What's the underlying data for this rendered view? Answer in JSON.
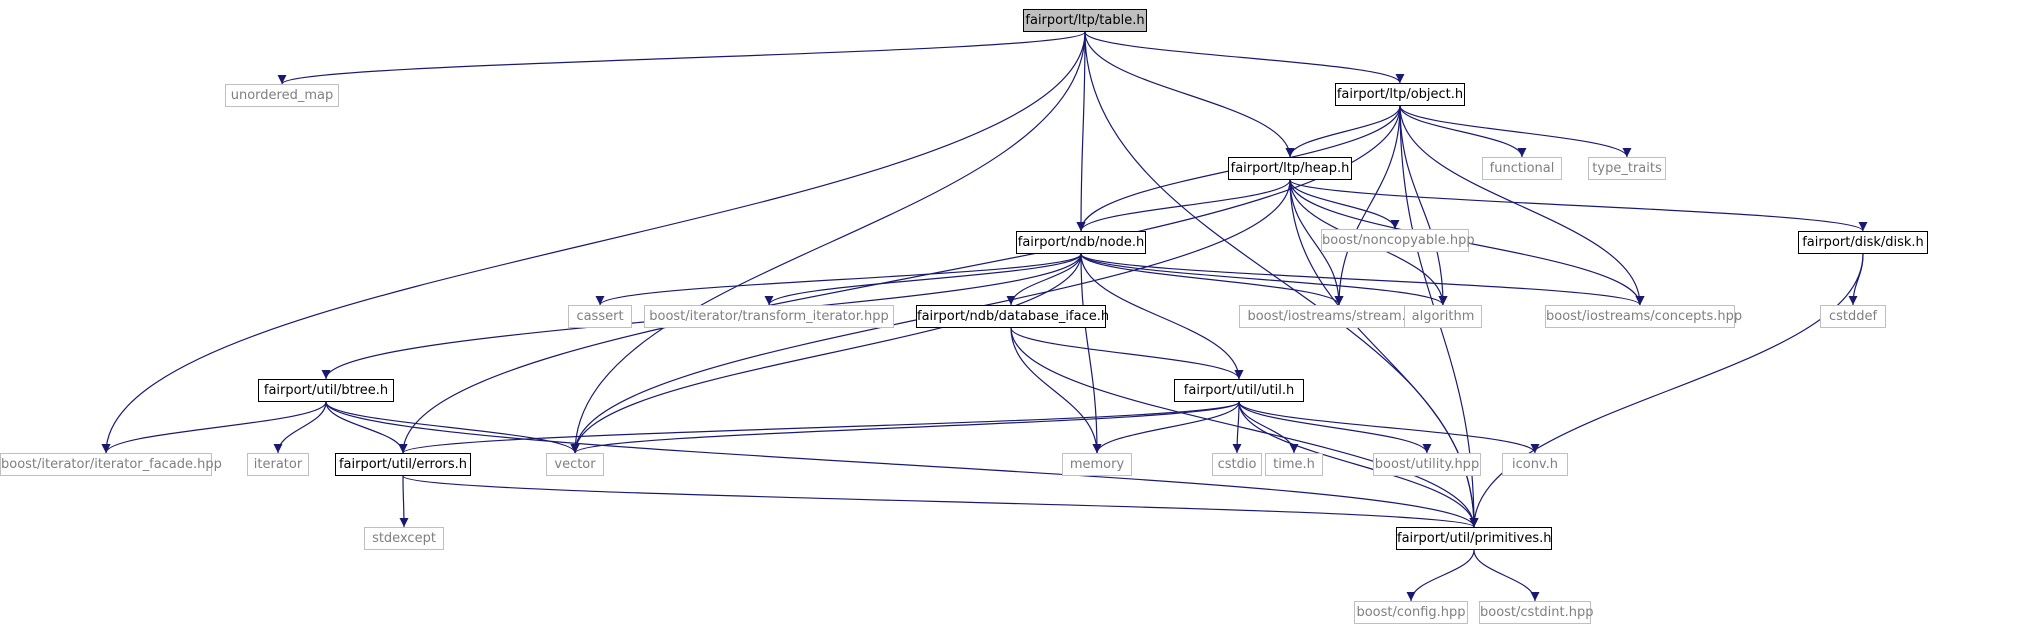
{
  "diagram": {
    "nodes": {
      "table_h": {
        "label": "fairport/ltp/table.h",
        "kind": "root"
      },
      "unordered_map": {
        "label": "unordered_map",
        "kind": "external"
      },
      "object_h": {
        "label": "fairport/ltp/object.h",
        "kind": "documented"
      },
      "functional": {
        "label": "functional",
        "kind": "external"
      },
      "type_traits": {
        "label": "type_traits",
        "kind": "external"
      },
      "heap_h": {
        "label": "fairport/ltp/heap.h",
        "kind": "documented"
      },
      "noncopyable": {
        "label": "boost/noncopyable.hpp",
        "kind": "external"
      },
      "disk_h": {
        "label": "fairport/disk/disk.h",
        "kind": "documented"
      },
      "node_h": {
        "label": "fairport/ndb/node.h",
        "kind": "documented"
      },
      "cstddef": {
        "label": "cstddef",
        "kind": "external"
      },
      "cassert": {
        "label": "cassert",
        "kind": "external"
      },
      "transform_iterator": {
        "label": "boost/iterator/transform_iterator.hpp",
        "kind": "external"
      },
      "database_iface_h": {
        "label": "fairport/ndb/database_iface.h",
        "kind": "documented"
      },
      "stream_hpp": {
        "label": "boost/iostreams/stream.hpp",
        "kind": "external"
      },
      "algorithm": {
        "label": "algorithm",
        "kind": "external"
      },
      "concepts_hpp": {
        "label": "boost/iostreams/concepts.hpp",
        "kind": "external"
      },
      "btree_h": {
        "label": "fairport/util/btree.h",
        "kind": "documented"
      },
      "util_h": {
        "label": "fairport/util/util.h",
        "kind": "documented"
      },
      "iterator_facade": {
        "label": "boost/iterator/iterator_facade.hpp",
        "kind": "external"
      },
      "iterator": {
        "label": "iterator",
        "kind": "external"
      },
      "errors_h": {
        "label": "fairport/util/errors.h",
        "kind": "documented"
      },
      "vector": {
        "label": "vector",
        "kind": "external"
      },
      "memory": {
        "label": "memory",
        "kind": "external"
      },
      "cstdio": {
        "label": "cstdio",
        "kind": "external"
      },
      "time_h": {
        "label": "time.h",
        "kind": "external"
      },
      "utility_hpp": {
        "label": "boost/utility.hpp",
        "kind": "external"
      },
      "iconv_h": {
        "label": "iconv.h",
        "kind": "external"
      },
      "stdexcept": {
        "label": "stdexcept",
        "kind": "external"
      },
      "primitives_h": {
        "label": "fairport/util/primitives.h",
        "kind": "documented"
      },
      "config_hpp": {
        "label": "boost/config.hpp",
        "kind": "external"
      },
      "cstdint_hpp": {
        "label": "boost/cstdint.hpp",
        "kind": "external"
      }
    },
    "edges": [
      [
        "table_h",
        "unordered_map"
      ],
      [
        "table_h",
        "object_h"
      ],
      [
        "table_h",
        "heap_h"
      ],
      [
        "table_h",
        "node_h"
      ],
      [
        "table_h",
        "vector"
      ],
      [
        "table_h",
        "iterator_facade"
      ],
      [
        "table_h",
        "primitives_h"
      ],
      [
        "object_h",
        "functional"
      ],
      [
        "object_h",
        "type_traits"
      ],
      [
        "object_h",
        "heap_h"
      ],
      [
        "object_h",
        "node_h"
      ],
      [
        "object_h",
        "stream_hpp"
      ],
      [
        "object_h",
        "algorithm"
      ],
      [
        "object_h",
        "concepts_hpp"
      ],
      [
        "object_h",
        "errors_h"
      ],
      [
        "object_h",
        "primitives_h"
      ],
      [
        "heap_h",
        "noncopyable"
      ],
      [
        "heap_h",
        "disk_h"
      ],
      [
        "heap_h",
        "node_h"
      ],
      [
        "heap_h",
        "stream_hpp"
      ],
      [
        "heap_h",
        "algorithm"
      ],
      [
        "heap_h",
        "concepts_hpp"
      ],
      [
        "heap_h",
        "vector"
      ],
      [
        "heap_h",
        "primitives_h"
      ],
      [
        "disk_h",
        "cstddef"
      ],
      [
        "disk_h",
        "primitives_h"
      ],
      [
        "node_h",
        "cassert"
      ],
      [
        "node_h",
        "transform_iterator"
      ],
      [
        "node_h",
        "database_iface_h"
      ],
      [
        "node_h",
        "stream_hpp"
      ],
      [
        "node_h",
        "algorithm"
      ],
      [
        "node_h",
        "concepts_hpp"
      ],
      [
        "node_h",
        "btree_h"
      ],
      [
        "node_h",
        "util_h"
      ],
      [
        "node_h",
        "vector"
      ],
      [
        "node_h",
        "memory"
      ],
      [
        "database_iface_h",
        "util_h"
      ],
      [
        "database_iface_h",
        "memory"
      ],
      [
        "database_iface_h",
        "primitives_h"
      ],
      [
        "btree_h",
        "iterator_facade"
      ],
      [
        "btree_h",
        "iterator"
      ],
      [
        "btree_h",
        "errors_h"
      ],
      [
        "btree_h",
        "vector"
      ],
      [
        "btree_h",
        "primitives_h"
      ],
      [
        "util_h",
        "errors_h"
      ],
      [
        "util_h",
        "vector"
      ],
      [
        "util_h",
        "memory"
      ],
      [
        "util_h",
        "cstdio"
      ],
      [
        "util_h",
        "time_h"
      ],
      [
        "util_h",
        "utility_hpp"
      ],
      [
        "util_h",
        "iconv_h"
      ],
      [
        "util_h",
        "primitives_h"
      ],
      [
        "errors_h",
        "stdexcept"
      ],
      [
        "errors_h",
        "primitives_h"
      ],
      [
        "primitives_h",
        "config_hpp"
      ],
      [
        "primitives_h",
        "cstdint_hpp"
      ]
    ],
    "colors": {
      "edge": "#191970",
      "documented_border": "#000000",
      "external_border": "#bfbfbf",
      "external_text": "#7f7f7f",
      "root_fill": "#bfbfbf"
    }
  }
}
